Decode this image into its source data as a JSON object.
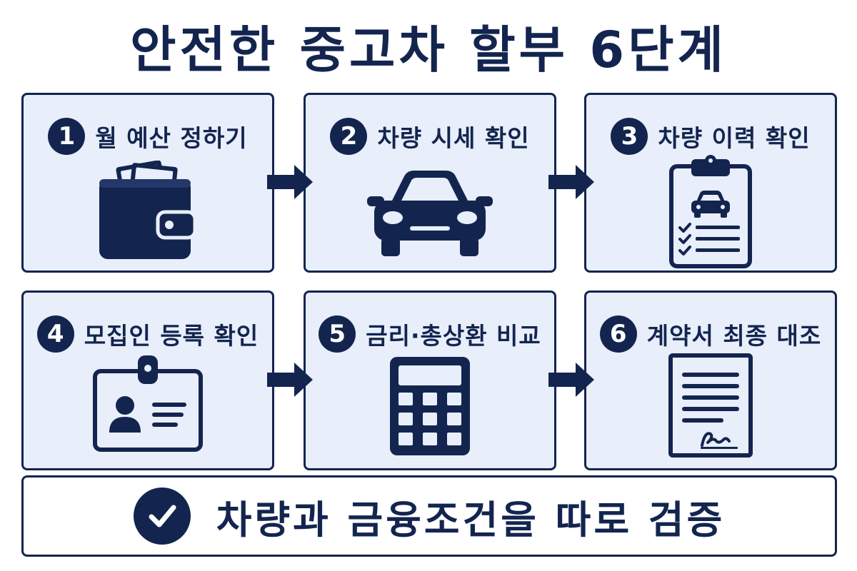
{
  "title": "안전한 중고차 할부 6단계",
  "steps": [
    {
      "number": "1",
      "label": "월 예산 정하기",
      "icon": "wallet-icon"
    },
    {
      "number": "2",
      "label": "차량 시세 확인",
      "icon": "car-icon"
    },
    {
      "number": "3",
      "label": "차량 이력 확인",
      "icon": "clipboard-checklist-icon"
    },
    {
      "number": "4",
      "label": "모집인 등록 확인",
      "icon": "id-badge-icon"
    },
    {
      "number": "5",
      "label": "금리·총상환 비교",
      "icon": "calculator-icon"
    },
    {
      "number": "6",
      "label": "계약서 최종 대조",
      "icon": "signed-contract-icon"
    }
  ],
  "banner": {
    "text": "차량과 금융조건을 따로 검증",
    "icon": "checkmark-icon"
  },
  "colors": {
    "primary": "#13254f",
    "card_background": "#e8eefa",
    "page_background": "#ffffff"
  }
}
